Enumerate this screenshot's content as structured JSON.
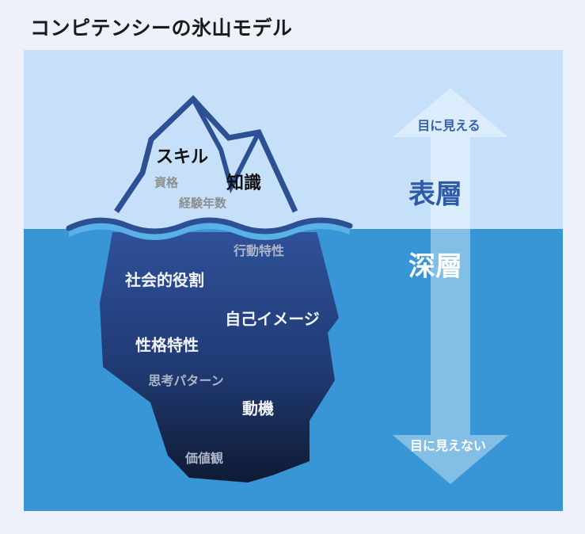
{
  "title": "コンピテンシーの氷山モデル",
  "iceberg": {
    "above": {
      "skill": "スキル",
      "knowledge": "知識",
      "qualification": "資格",
      "experience_years": "経験年数"
    },
    "below": {
      "behavior_traits": "行動特性",
      "social_role": "社会的役割",
      "self_image": "自己イメージ",
      "personality": "性格特性",
      "thinking_pattern": "思考パターン",
      "motive": "動機",
      "values": "価値観"
    }
  },
  "arrow": {
    "top_label": "目に見える",
    "bottom_label": "目に見えない",
    "surface": "表層",
    "deep": "深層"
  },
  "colors": {
    "sky": "#c6e0fa",
    "water": "#3896d6",
    "iceberg_outline": "#2d4f93",
    "iceberg_top": "#2f5199",
    "iceberg_bottom": "#0f1a33"
  }
}
